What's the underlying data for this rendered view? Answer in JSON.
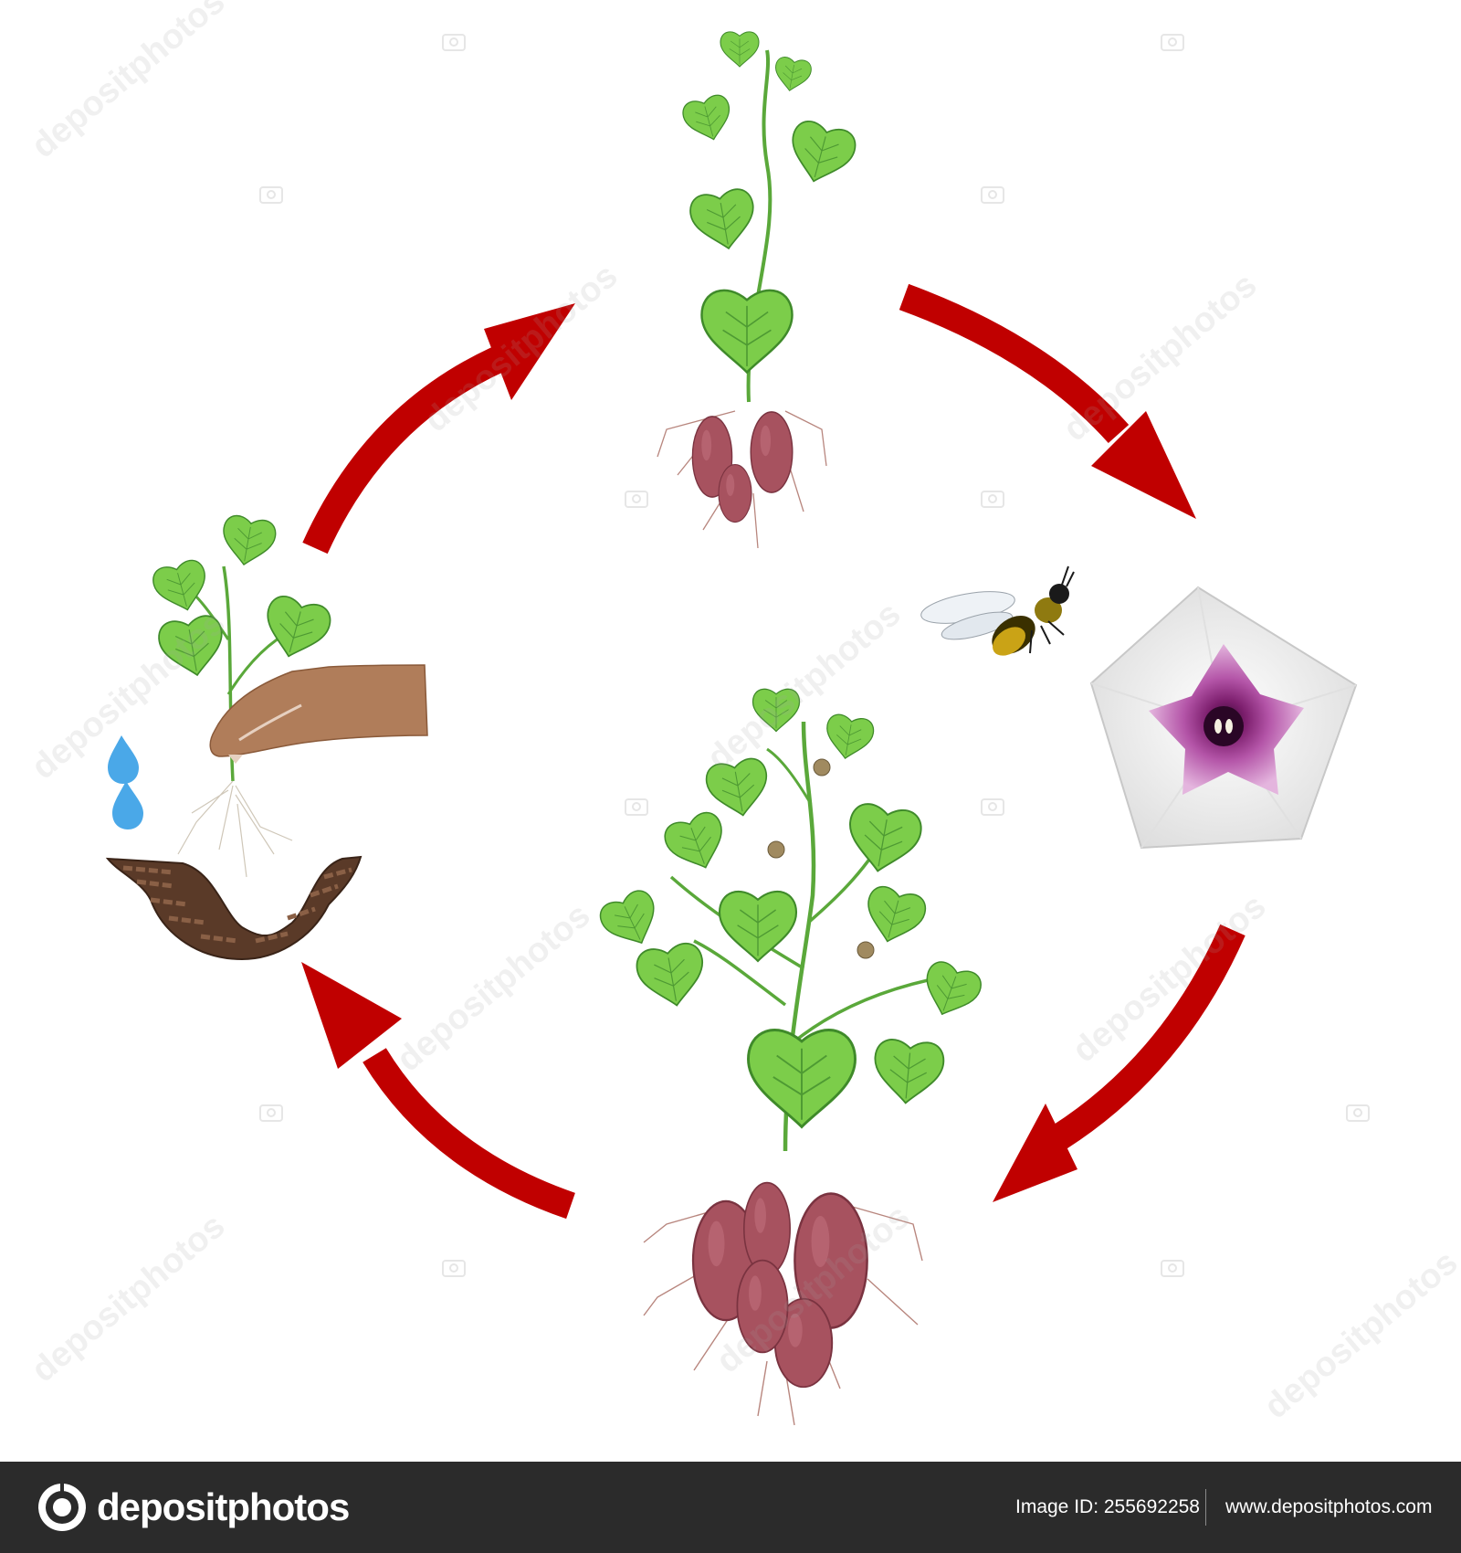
{
  "footer": {
    "brand": "depositphotos",
    "image_id": "Image ID: 255692258",
    "website": "www.depositphotos.com"
  },
  "watermark": "depositphotos",
  "colors": {
    "arrow": "#c00000",
    "leaf": "#7ccd4a",
    "leaf_vein": "#3f8a2a",
    "tuber": "#a7525f",
    "soil": "#5a3a28",
    "water": "#4aa8e8",
    "hand": "#b07d5a",
    "flower_center": "#9a2e86",
    "footer_bg": "#2b2b2b"
  },
  "stages": [
    "planting-slip",
    "young-plant",
    "flowering-pollination",
    "mature-plant"
  ],
  "icons": [
    "bee-icon",
    "water-drop-icon",
    "hand-icon",
    "camera-icon"
  ]
}
